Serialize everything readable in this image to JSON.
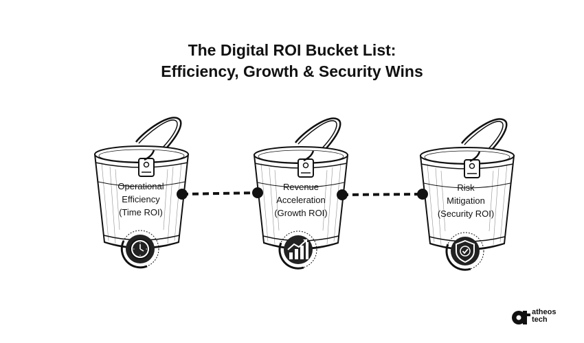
{
  "title": {
    "line1": "The Digital ROI Bucket List:",
    "line2": "Efficiency, Growth & Security Wins"
  },
  "buckets": [
    {
      "line1": "Operational",
      "line2": "Efficiency",
      "line3": "(Time ROI)",
      "icon": "clock-icon"
    },
    {
      "line1": "Revenue",
      "line2": "Acceleration",
      "line3": "(Growth ROI)",
      "icon": "growth-chart-icon"
    },
    {
      "line1": "Risk",
      "line2": "Mitigation",
      "line3": "(Security ROI)",
      "icon": "shield-check-icon"
    }
  ],
  "logo": {
    "line1": "atheos",
    "line2": "tech"
  },
  "colors": {
    "ink": "#111111",
    "icon_fill": "#222222",
    "background": "#ffffff"
  }
}
